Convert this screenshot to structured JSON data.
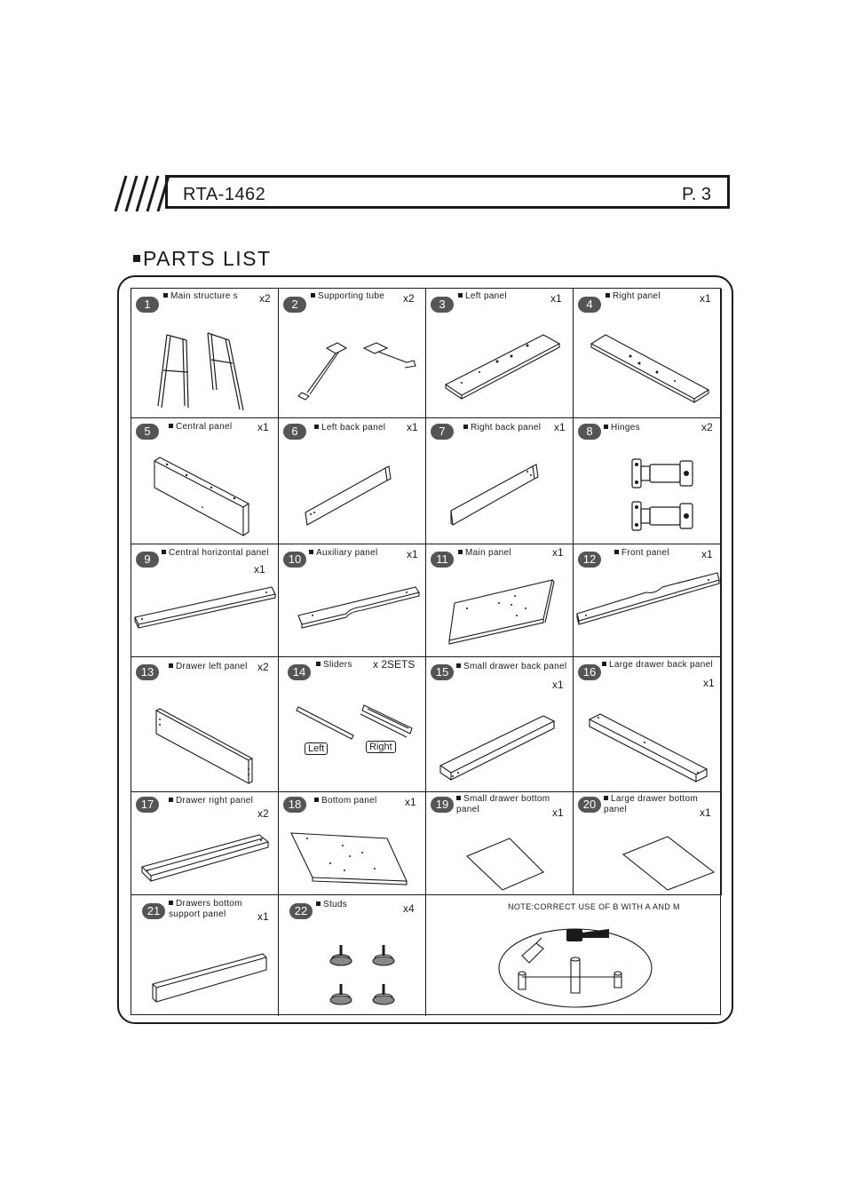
{
  "header": {
    "model": "RTA-1462",
    "page": "P. 3"
  },
  "section_title": "PARTS LIST",
  "parts": [
    {
      "num": "1",
      "name": "Main structure s",
      "qty": "x2"
    },
    {
      "num": "2",
      "name": "Supporting tube",
      "qty": "x2"
    },
    {
      "num": "3",
      "name": "Left panel",
      "qty": "x1"
    },
    {
      "num": "4",
      "name": "Right panel",
      "qty": "x1"
    },
    {
      "num": "5",
      "name": "Central panel",
      "qty": "x1"
    },
    {
      "num": "6",
      "name": "Left back panel",
      "qty": "x1"
    },
    {
      "num": "7",
      "name": "Right back panel",
      "qty": "x1"
    },
    {
      "num": "8",
      "name": "Hinges",
      "qty": "x2"
    },
    {
      "num": "9",
      "name": "Central horizontal panel",
      "qty": "x1"
    },
    {
      "num": "10",
      "name": "Auxiliary panel",
      "qty": "x1"
    },
    {
      "num": "11",
      "name": "Main panel",
      "qty": "x1"
    },
    {
      "num": "12",
      "name": "Front panel",
      "qty": "x1"
    },
    {
      "num": "13",
      "name": "Drawer left panel",
      "qty": "x2"
    },
    {
      "num": "14",
      "name": "Sliders",
      "qty": "x 2SETS",
      "labels": [
        "Left",
        "Right"
      ]
    },
    {
      "num": "15",
      "name": "Small drawer back panel",
      "qty": "x1"
    },
    {
      "num": "16",
      "name": "Large drawer back panel",
      "qty": "x1"
    },
    {
      "num": "17",
      "name": "Drawer right panel",
      "qty": "x2"
    },
    {
      "num": "18",
      "name": "Bottom panel",
      "qty": "x1"
    },
    {
      "num": "19",
      "name": "Small drawer bottom panel",
      "qty": "x1"
    },
    {
      "num": "20",
      "name": "Large drawer bottom panel",
      "qty": "x1"
    },
    {
      "num": "21",
      "name": "Drawers bottom support panel",
      "qty": "x1"
    },
    {
      "num": "22",
      "name": "Studs",
      "qty": "x4"
    }
  ],
  "note": "NOTE:CORRECT USE OF B WITH A AND M"
}
